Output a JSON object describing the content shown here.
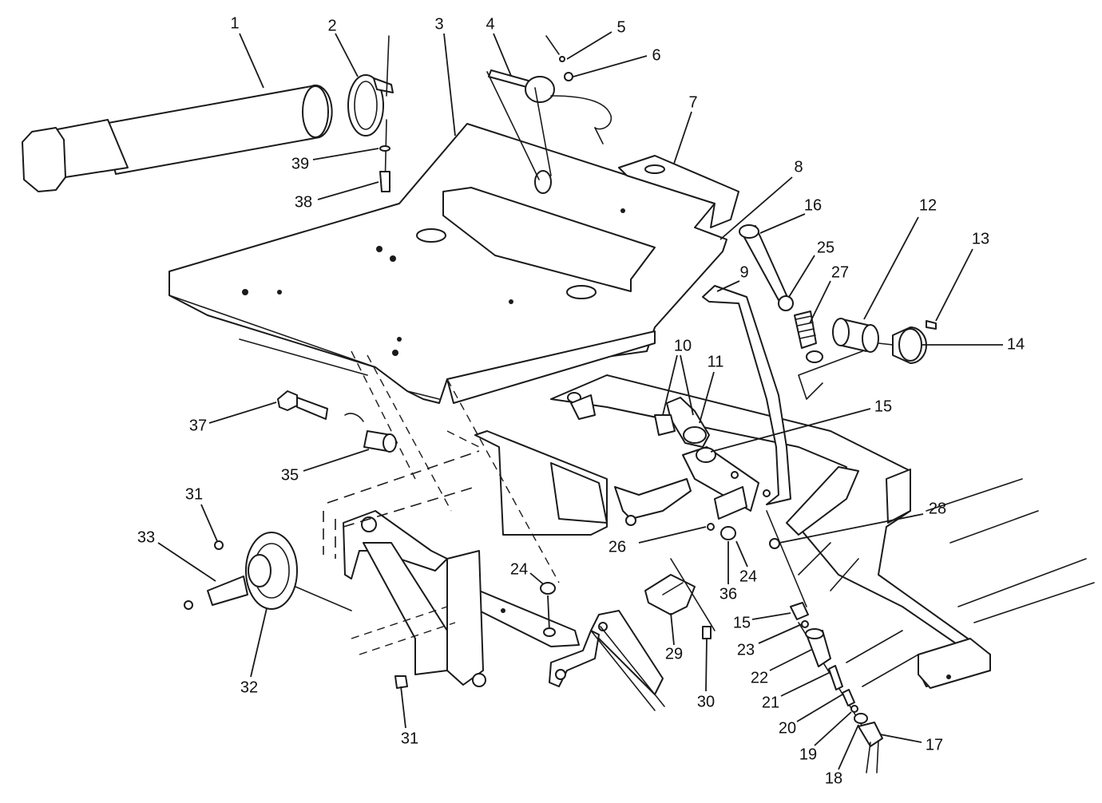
{
  "colors": {
    "ink": "#1a1a1a",
    "paper": "#ffffff"
  },
  "callouts": [
    {
      "id": "1",
      "label": "1"
    },
    {
      "id": "2",
      "label": "2"
    },
    {
      "id": "3",
      "label": "3"
    },
    {
      "id": "4",
      "label": "4"
    },
    {
      "id": "5",
      "label": "5"
    },
    {
      "id": "6",
      "label": "6"
    },
    {
      "id": "7",
      "label": "7"
    },
    {
      "id": "8",
      "label": "8"
    },
    {
      "id": "9",
      "label": "9"
    },
    {
      "id": "10",
      "label": "10"
    },
    {
      "id": "11",
      "label": "11"
    },
    {
      "id": "12",
      "label": "12"
    },
    {
      "id": "13",
      "label": "13"
    },
    {
      "id": "14",
      "label": "14"
    },
    {
      "id": "15a",
      "label": "15"
    },
    {
      "id": "15b",
      "label": "15"
    },
    {
      "id": "16",
      "label": "16"
    },
    {
      "id": "17",
      "label": "17"
    },
    {
      "id": "18",
      "label": "18"
    },
    {
      "id": "19",
      "label": "19"
    },
    {
      "id": "20",
      "label": "20"
    },
    {
      "id": "21",
      "label": "21"
    },
    {
      "id": "22",
      "label": "22"
    },
    {
      "id": "23",
      "label": "23"
    },
    {
      "id": "24a",
      "label": "24"
    },
    {
      "id": "24b",
      "label": "24"
    },
    {
      "id": "25",
      "label": "25"
    },
    {
      "id": "26",
      "label": "26"
    },
    {
      "id": "27",
      "label": "27"
    },
    {
      "id": "28",
      "label": "28"
    },
    {
      "id": "29",
      "label": "29"
    },
    {
      "id": "30",
      "label": "30"
    },
    {
      "id": "31a",
      "label": "31"
    },
    {
      "id": "31b",
      "label": "31"
    },
    {
      "id": "32",
      "label": "32"
    },
    {
      "id": "33",
      "label": "33"
    },
    {
      "id": "35",
      "label": "35"
    },
    {
      "id": "36",
      "label": "36"
    },
    {
      "id": "37",
      "label": "37"
    },
    {
      "id": "38",
      "label": "38"
    },
    {
      "id": "39",
      "label": "39"
    }
  ]
}
